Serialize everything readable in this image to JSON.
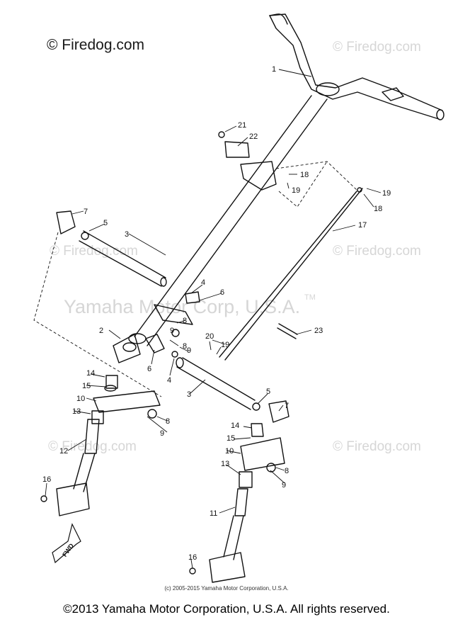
{
  "watermarks": {
    "main": "© Firedog.com",
    "faint": "© Firedog.com",
    "center": "Yamaha Motor Corp, U.S.A.",
    "tm": "TM"
  },
  "callouts": [
    "1",
    "2",
    "3",
    "3",
    "4",
    "4",
    "5",
    "5",
    "6",
    "6",
    "7",
    "7",
    "8",
    "8",
    "8",
    "8",
    "9",
    "9",
    "9",
    "9",
    "10",
    "10",
    "11",
    "12",
    "13",
    "13",
    "14",
    "14",
    "15",
    "15",
    "16",
    "16",
    "17",
    "18",
    "18",
    "19",
    "19",
    "19",
    "20",
    "21",
    "22",
    "23"
  ],
  "front_label": "FWD",
  "footer": {
    "small": "(c) 2005-2015 Yamaha Motor Corporation, U.S.A.",
    "main": "©2013 Yamaha Motor Corporation, U.S.A. All rights reserved."
  },
  "colors": {
    "ink": "#111111",
    "watermark": "#d6d6d6"
  }
}
